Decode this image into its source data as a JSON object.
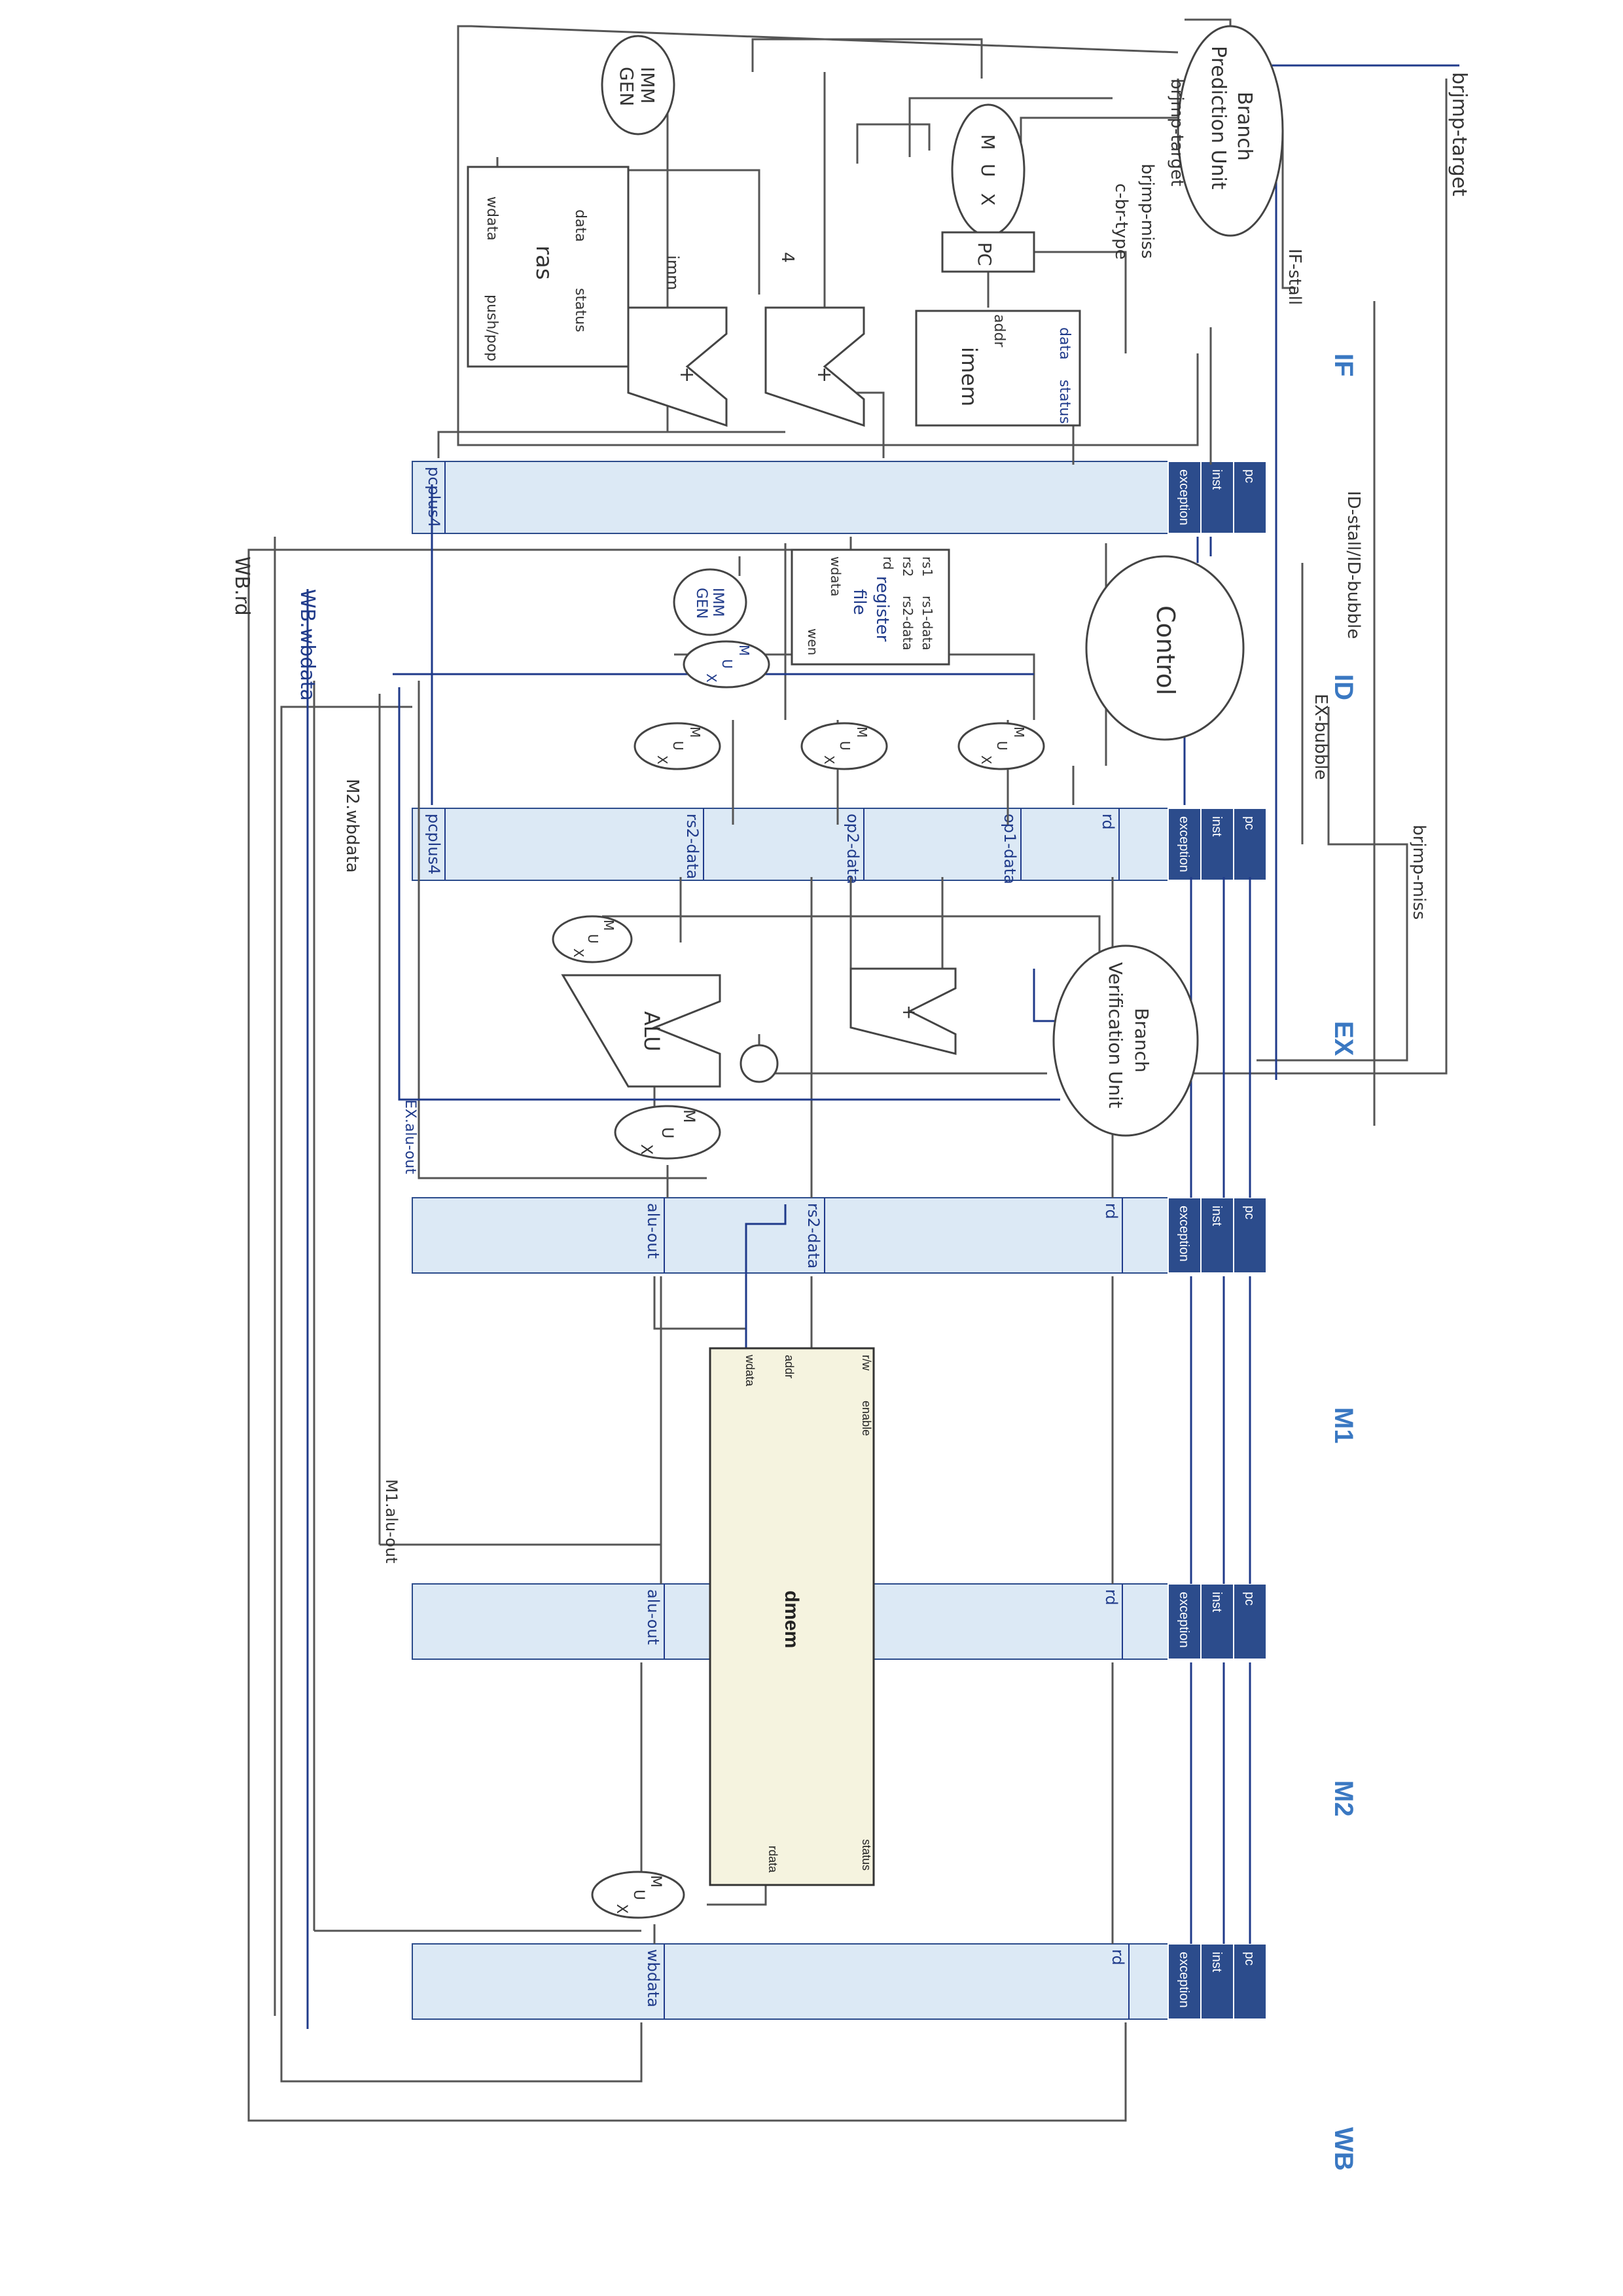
{
  "colors": {
    "pipe_fill": "#dce9f5",
    "pipe_dark": "#2c4c8c",
    "pipe_stroke": "#2c4c8c",
    "dmem_fill": "#f5f3df",
    "wire_gray": "#555555",
    "wire_blue": "#1f3a8a",
    "stage_label": "#3a78c2"
  },
  "stages": [
    "IF",
    "ID",
    "EX",
    "M1",
    "M2",
    "WB"
  ],
  "pipe_regs": {
    "cells": [
      "pc",
      "inst",
      "exception"
    ],
    "if_id": {
      "fields": [
        "pcplus4"
      ]
    },
    "id_ex": {
      "fields": [
        "pcplus4",
        "rs2-data",
        "op2-data",
        "op1-data",
        "rd"
      ]
    },
    "ex_m1": {
      "fields": [
        "alu-out",
        "rs2-data",
        "rd"
      ]
    },
    "m1_m2": {
      "fields": [
        "alu-out",
        "rd"
      ]
    },
    "m2_wb": {
      "fields": [
        "wbdata",
        "rd"
      ]
    }
  },
  "blocks": {
    "bpu": [
      "Branch",
      "Prediction Unit"
    ],
    "bvu": [
      "Branch",
      "Verification Unit"
    ],
    "control": "Control",
    "imm_gen": [
      "IMM",
      "GEN"
    ],
    "mux": [
      "M",
      "U",
      "X"
    ],
    "pc": "PC",
    "imem": {
      "name": "imem",
      "ports": [
        "addr",
        "data",
        "status"
      ]
    },
    "ras": {
      "name": "ras",
      "ports": [
        "data",
        "status",
        "wdata",
        "push/pop"
      ]
    },
    "adder_plus": "+",
    "adder_four": "4",
    "imm": "imm",
    "alu": "ALU",
    "regfile": {
      "name": [
        "register",
        "file"
      ],
      "ports": [
        "rs1",
        "rs1-data",
        "rs2",
        "rs2-data",
        "rd",
        "wdata",
        "wen"
      ]
    },
    "dmem": {
      "name": "dmem",
      "ports_top": [
        "r/w",
        "addr",
        "wdata"
      ],
      "port_enable": "enable",
      "ports_bottom": [
        "status",
        "rdata"
      ]
    }
  },
  "signals": {
    "brjmp_target": "brjmp-target",
    "brjmp_miss": "brjmp-miss",
    "c_br_type": "c-br-type",
    "brjmp_target_short": "brjmp-target",
    "brjmp_miss_short": "brjmp-miss",
    "if_stall": "IF-stall",
    "id_stall_bubble": "ID-stall/ID-bubble",
    "ex_bubble": "EX-bubble",
    "wb_rd": "WB.rd",
    "wb_wbdata": "WB.wbdata",
    "m2_wbdata": "M2.wbdata",
    "ex_alu_out": "EX.alu-out",
    "m1_alu_out": "M1.alu-out"
  }
}
